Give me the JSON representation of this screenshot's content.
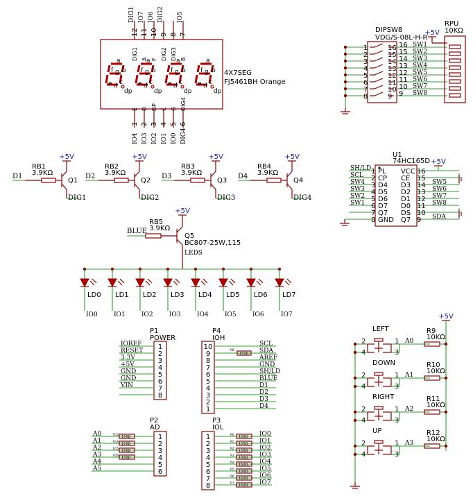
{
  "display": {
    "name": "4X7SEG",
    "value": "FJ5461BH Orange",
    "top_nets": [
      "DIG1",
      "IO7",
      "IO6",
      "DIG2",
      "IO5"
    ],
    "top_pins": [
      "12",
      "11",
      "10",
      "9",
      "8",
      "7"
    ],
    "top_pin_names": [
      "DIG1",
      "A",
      "F",
      "DIG2",
      "DIG3",
      "B"
    ],
    "bottom_pins": [
      "1",
      "2",
      "3",
      "4",
      "5",
      "6"
    ],
    "bottom_pin_names": [
      "E",
      "D",
      "DP",
      "C",
      "G",
      "DIG4"
    ],
    "bottom_nets": [
      "IO4",
      "IO3",
      "IO2",
      "IO1",
      "IO0",
      "DIG4"
    ],
    "seg_labels": [
      "a",
      "f",
      "g",
      "b",
      "e",
      "c",
      "d",
      "dp"
    ]
  },
  "dipswitch": {
    "name": "DIPSW8",
    "value": "VDG/S-08L-H-R",
    "left_pins": [
      "1",
      "2",
      "3",
      "4",
      "5",
      "6",
      "7",
      "8"
    ],
    "right_pins": [
      "16",
      "15",
      "14",
      "13",
      "12",
      "11",
      "10",
      "9"
    ],
    "nets": [
      "SW1",
      "SW2",
      "SW3",
      "SW4",
      "SW5",
      "SW6",
      "SW7",
      "SW8"
    ]
  },
  "rpu": {
    "name": "RPU",
    "value": "10KΩ",
    "supply": "+5V"
  },
  "transistors": [
    {
      "q": "Q1",
      "r": "RB1",
      "v": "3.9KΩ",
      "in": "D1",
      "out": "DIG1",
      "supply": "+5V"
    },
    {
      "q": "Q2",
      "r": "RB2",
      "v": "3.9KΩ",
      "in": "D2",
      "out": "DIG2",
      "supply": "+5V"
    },
    {
      "q": "Q3",
      "r": "RB3",
      "v": "3.9KΩ",
      "in": "D3",
      "out": "DIG3",
      "supply": "+5V"
    },
    {
      "q": "Q4",
      "r": "RB4",
      "v": "3.9KΩ",
      "in": "D4",
      "out": "DIG4",
      "supply": "+5V"
    }
  ],
  "u1": {
    "name": "U1",
    "value": "74HC165D",
    "supply": "+5V",
    "left": [
      {
        "net": "SH/LD",
        "pin": "1",
        "name": "PL"
      },
      {
        "net": "SCL",
        "pin": "2",
        "name": "CP"
      },
      {
        "net": "SW4",
        "pin": "3",
        "name": "D4"
      },
      {
        "net": "SW3",
        "pin": "4",
        "name": "D5"
      },
      {
        "net": "SW2",
        "pin": "5",
        "name": "D6"
      },
      {
        "net": "SW1",
        "pin": "6",
        "name": "D7"
      },
      {
        "net": "",
        "pin": "7",
        "name": "Q7"
      },
      {
        "net": "",
        "pin": "8",
        "name": "GND"
      }
    ],
    "right": [
      {
        "name": "VCC",
        "pin": "16",
        "net": ""
      },
      {
        "name": "CE",
        "pin": "15",
        "net": ""
      },
      {
        "name": "D3",
        "pin": "14",
        "net": "SW5"
      },
      {
        "name": "D2",
        "pin": "13",
        "net": "SW6"
      },
      {
        "name": "D1",
        "pin": "12",
        "net": "SW7"
      },
      {
        "name": "D0",
        "pin": "11",
        "net": "SW8"
      },
      {
        "name": "DS",
        "pin": "10",
        "net": ""
      },
      {
        "name": "Q7",
        "pin": "9",
        "net": "SDA"
      }
    ]
  },
  "q5": {
    "name": "Q5",
    "value": "BC807-25W,115",
    "r": "RB5",
    "rv": "3.9KΩ",
    "in": "BLUE",
    "out": "LEDS",
    "supply": "+5V"
  },
  "leds": {
    "names": [
      "LD0",
      "LD1",
      "LD2",
      "LD3",
      "LD4",
      "LD5",
      "LD6",
      "LD7"
    ],
    "nets": [
      "IO0",
      "IO1",
      "IO2",
      "IO3",
      "IO4",
      "IO5",
      "IO6",
      "IO7"
    ]
  },
  "p1": {
    "name": "P1",
    "value": "POWER",
    "nets": [
      "IOREF",
      "RESET",
      "3.3V",
      "+5V",
      "GND",
      "GND",
      "VIN",
      ""
    ],
    "pins": [
      "1",
      "2",
      "3",
      "4",
      "5",
      "6",
      "7",
      "8"
    ]
  },
  "p4": {
    "name": "P4",
    "value": "IOH",
    "pins": [
      "10",
      "9",
      "8",
      "7",
      "6",
      "5",
      "4",
      "3",
      "2",
      "1"
    ],
    "nets": [
      "SCL",
      "SDA",
      "AREF",
      "GND",
      "SH/LD",
      "BLUE",
      "D1",
      "D2",
      "D3",
      "D4"
    ],
    "res": [
      "R8",
      "150Ω"
    ]
  },
  "p2": {
    "name": "P2",
    "value": "AD",
    "pins": [
      "1",
      "2",
      "3",
      "4",
      "5",
      "6"
    ],
    "nets": [
      "A0",
      "A1",
      "A2",
      "A3",
      "A4",
      "A5"
    ],
    "res": [
      [
        "R13",
        "150Ω"
      ],
      [
        "R14",
        "150Ω"
      ],
      [
        "R15",
        "150Ω"
      ],
      [
        "R16",
        "150Ω"
      ]
    ]
  },
  "p3": {
    "name": "P3",
    "value": "IOL",
    "pins": [
      "1",
      "2",
      "3",
      "4",
      "5",
      "6",
      "7",
      "8"
    ],
    "nets": [
      "IO0",
      "IO1",
      "IO2",
      "IO3",
      "IO4",
      "IO5",
      "IO6",
      "IO7"
    ],
    "res": [
      [
        "R0",
        "150Ω"
      ],
      [
        "R1",
        "150Ω"
      ],
      [
        "R2",
        "150Ω"
      ],
      [
        "R3",
        "150Ω"
      ],
      [
        "R4",
        "150Ω"
      ],
      [
        "R5",
        "150Ω"
      ],
      [
        "R6",
        "150Ω"
      ],
      [
        "R7",
        "150Ω"
      ]
    ]
  },
  "buttons": {
    "supply": "+5V",
    "items": [
      {
        "name": "LEFT",
        "net": "A0",
        "r": "R9",
        "v": "10KΩ"
      },
      {
        "name": "DOWN",
        "net": "A1",
        "r": "R10",
        "v": "10KΩ"
      },
      {
        "name": "RIGHT",
        "net": "A2",
        "r": "R11",
        "v": "10KΩ"
      },
      {
        "name": "UP",
        "net": "A3",
        "r": "R12",
        "v": "10KΩ"
      }
    ],
    "pins": [
      "1",
      "2",
      "3",
      "4"
    ]
  }
}
